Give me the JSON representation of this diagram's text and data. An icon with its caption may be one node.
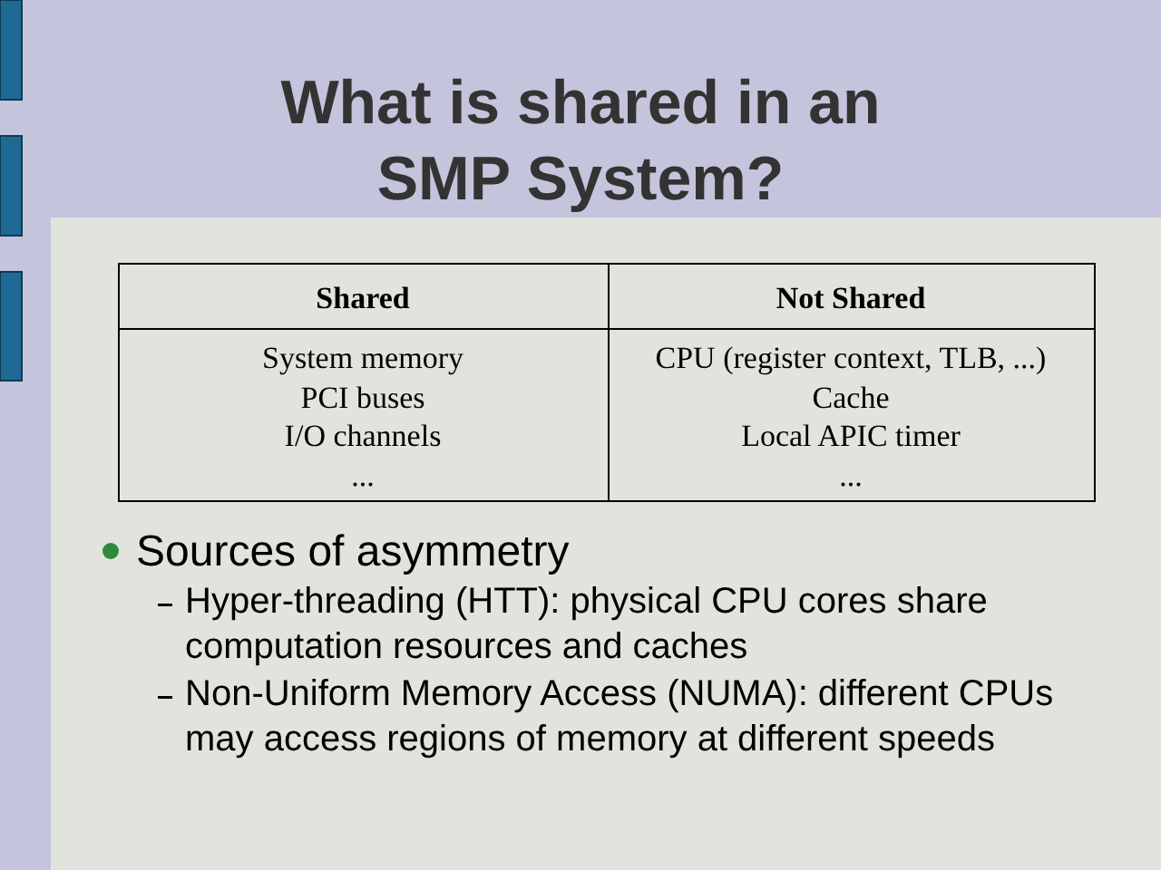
{
  "diagram": {
    "title": "What is shared in an SMP System?",
    "labels": [
      "Shared",
      "Not Shared",
      "System memory",
      "PCI buses",
      "I/O channels",
      "...",
      "CPU (register context, TLB, ...)",
      "Cache",
      "Local APIC timer",
      "...",
      "Sources of asymmetry",
      "Hyper-threading (HTT): physical CPU cores share computation resources and caches",
      "Non-Uniform Memory Access (NUMA): different CPUs may access regions of memory at different speeds"
    ]
  }
}
